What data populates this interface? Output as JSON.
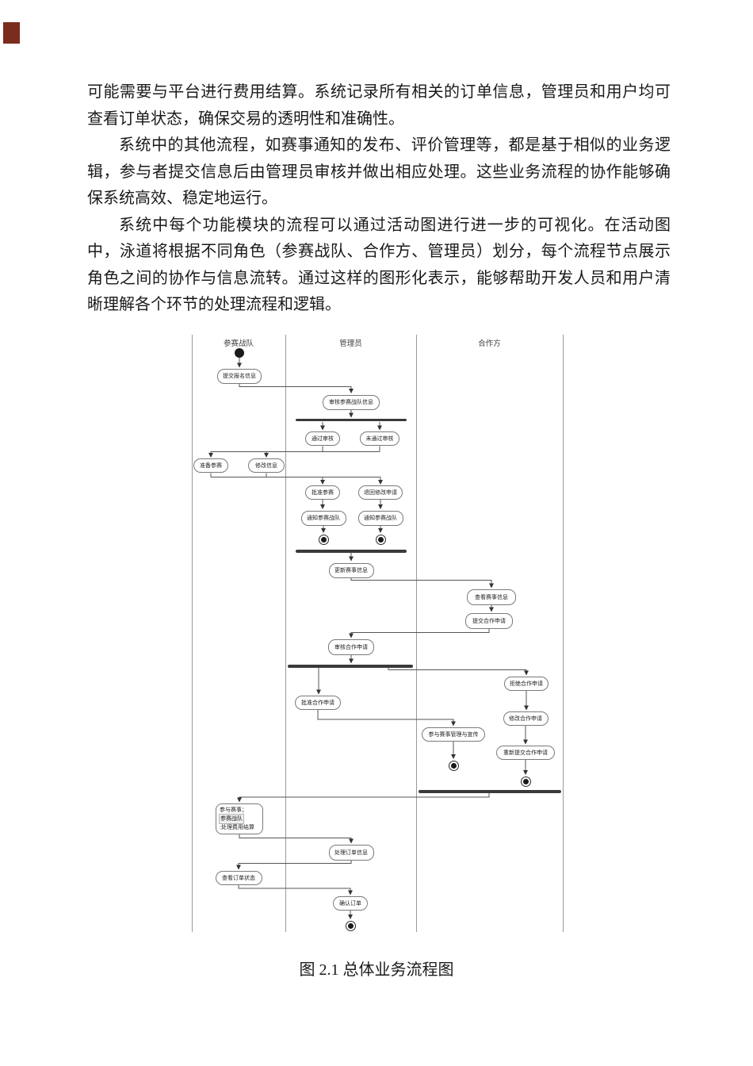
{
  "page": {
    "paragraphs": [
      {
        "text": "可能需要与平台进行费用结算。系统记录所有相关的订单信息，管理员和用户均可查看订单状态，确保交易的透明性和准确性。"
      },
      {
        "text": "系统中的其他流程，如赛事通知的发布、评价管理等，都是基于相似的业务逻辑，参与者提交信息后由管理员审核并做出相应处理。这些业务流程的协作能够确保系统高效、稳定地运行。"
      },
      {
        "text": "系统中每个功能模块的流程可以通过活动图进行进一步的可视化。在活动图中，泳道将根据不同角色（参赛战队、合作方、管理员）划分，每个流程节点展示角色之间的协作与信息流转。通过这样的图形化表示，能够帮助开发人员和用户清晰理解各个环节的处理流程和逻辑。"
      }
    ],
    "caption": "图 2.1 总体业务流程图"
  },
  "diagram": {
    "lanes": [
      "参赛战队",
      "管理员",
      "合作方"
    ],
    "nodes": {
      "submit_registration": "提交报名信息",
      "review_team_info": "审核参赛战队信息",
      "pass_review": "通过审核",
      "fail_review": "未通过审核",
      "prepare_compete": "准备参赛",
      "modify_info": "修改信息",
      "approve_participation": "批准参赛",
      "return_modification": "退回修改申请",
      "notify_team_1": "通知参赛战队",
      "notify_team_2": "通知参赛战队",
      "update_event_info": "更新赛事信息",
      "view_event_info": "查看赛事信息",
      "submit_coop_request": "提交合作申请",
      "review_coop_request": "审核合作申请",
      "approve_coop_request": "批准合作申请",
      "reject_coop_request": "拒绝合作申请",
      "modify_coop_request": "修改合作申请",
      "resubmit_coop_request": "重新提交合作申请",
      "participate_promo": "参与赛事管理与宣传",
      "settlement_line1": "参与赛事；",
      "settlement_line2": "参赛战队",
      "settlement_line3": ":处理费用结算",
      "process_order_info": "处理订单信息",
      "view_order_status": "查看订单状态",
      "confirm_order": "确认订单"
    }
  }
}
